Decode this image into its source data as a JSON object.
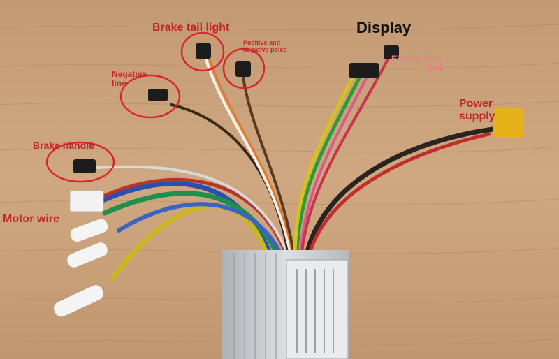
{
  "labels": {
    "brake_tail_light": "Brake tail light",
    "display": "Display",
    "positive_negative_line1": "Positive and",
    "positive_negative_line2": "negative poles",
    "negative_line1": "Negative",
    "negative_line2": "line",
    "electric_lock_line1": "Electric door",
    "electric_lock_line2": "lock",
    "power_supply_line1": "Power",
    "power_supply_line2": "supply",
    "brake_handle": "Brake handle",
    "motor_wire": "Motor wire"
  },
  "colors": {
    "label_red": "#c0262c",
    "label_dark": "#111111",
    "wood": "#c9a27a",
    "controller": "#c8cbcf"
  }
}
